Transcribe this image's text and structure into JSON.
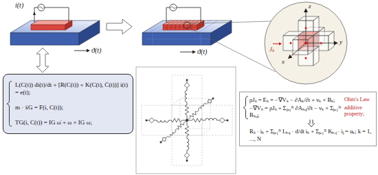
{
  "diagram": {
    "nodes": [
      {
        "text": [
          "L(C(t)) di(t)/dt + [R(C(t)) + K(C(t), Ċ(t))] i(t) = e(t);",
          "m · ẍG = F(i, C(t));",
          "TG(i, C(t)) = IG ω̇ + ω × IG ω;"
        ]
      },
      {
        "text": [
          "ρJₖ = Eₖ = −∇Vₖ − ∂Aₖ/∂t + vₖ × Bₖ;",
          "Ohm's Law",
          "−∇Vₖ = ρJₖ + Σⱼ₌₁ᴺ ∂Aₖ,ⱼ/∂t − vₖ × Σⱼ₌₁ᴺ Bₖ,ⱼ;",
          "additive property;",
          "Rₖ · iₖ + Σⱼ₌₁ᴺ Lₖ,ⱼ · d/dt iₖ + Σⱼ₌₁ᴺ Kₖ,ⱼ · iⱼ = uₖ;  k = 1, ..., N"
        ]
      }
    ],
    "labels": [
      "i(t)",
      "ϑ(t)",
      "ϑ(t)",
      "z",
      "y",
      "x",
      "Jₖ"
    ]
  }
}
